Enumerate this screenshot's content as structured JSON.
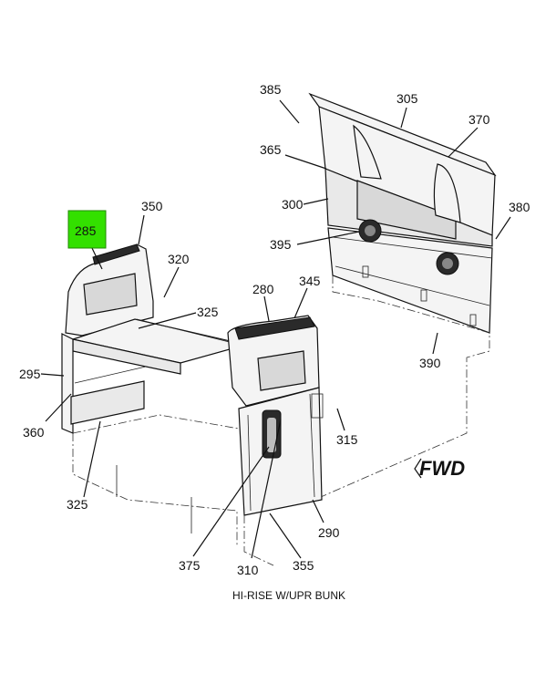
{
  "caption": "HI-RISE W/UPR BUNK",
  "fwd_label": "FWD",
  "highlight_color": "#33e000",
  "callouts": [
    {
      "id": "385",
      "text": "385"
    },
    {
      "id": "305",
      "text": "305"
    },
    {
      "id": "370",
      "text": "370"
    },
    {
      "id": "365",
      "text": "365"
    },
    {
      "id": "300",
      "text": "300"
    },
    {
      "id": "380",
      "text": "380"
    },
    {
      "id": "395",
      "text": "395"
    },
    {
      "id": "285",
      "text": "285",
      "highlighted": true
    },
    {
      "id": "350",
      "text": "350"
    },
    {
      "id": "320",
      "text": "320"
    },
    {
      "id": "325a",
      "text": "325"
    },
    {
      "id": "280",
      "text": "280"
    },
    {
      "id": "345",
      "text": "345"
    },
    {
      "id": "295",
      "text": "295"
    },
    {
      "id": "390",
      "text": "390"
    },
    {
      "id": "360",
      "text": "360"
    },
    {
      "id": "315",
      "text": "315"
    },
    {
      "id": "325b",
      "text": "325"
    },
    {
      "id": "290",
      "text": "290"
    },
    {
      "id": "375",
      "text": "375"
    },
    {
      "id": "310",
      "text": "310"
    },
    {
      "id": "355",
      "text": "355"
    }
  ]
}
